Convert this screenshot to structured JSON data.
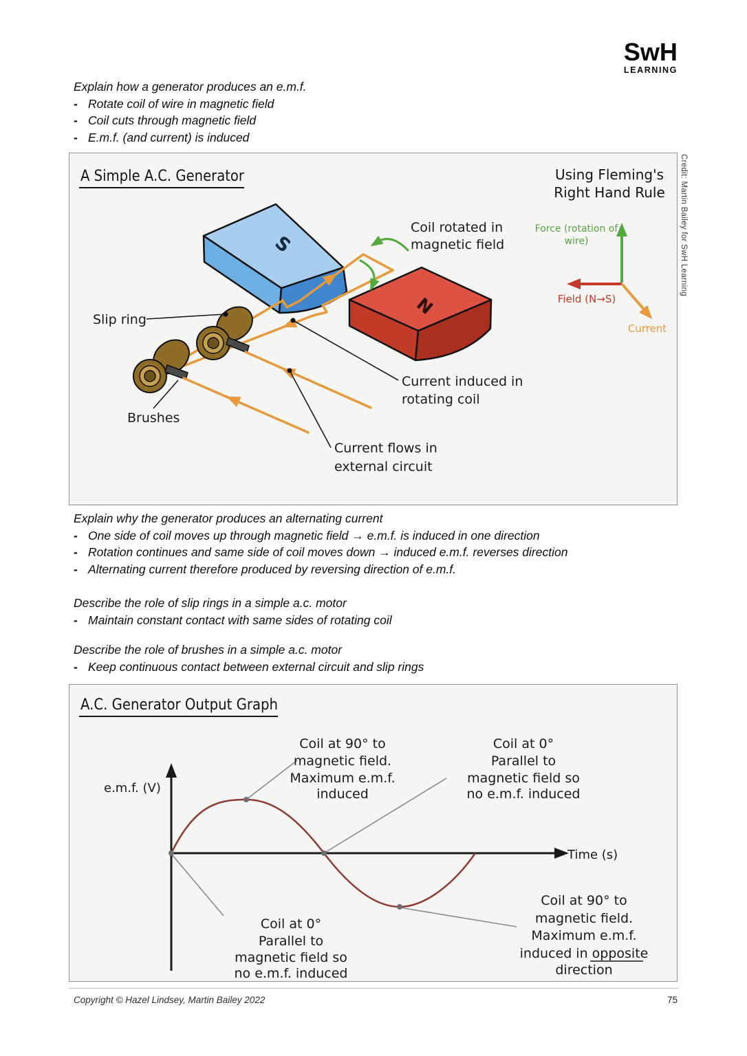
{
  "logo": {
    "top": "SwH",
    "bottom": "LEARNING"
  },
  "credit": "Credit: Martin Bailey for SwH Learning",
  "bullet_marker": "-",
  "qa": [
    {
      "q": "Explain how a generator produces an e.m.f.",
      "b": [
        "Rotate coil of wire in magnetic field",
        "Coil cuts through magnetic field",
        "E.m.f. (and current) is induced"
      ]
    },
    {
      "q": "Explain why the generator produces an alternating current",
      "b": [
        "One side of coil moves up through magnetic field →  e.m.f. is induced in one direction",
        "Rotation continues and same side of coil moves down →  induced e.m.f. reverses direction",
        "Alternating current therefore produced by reversing direction of e.m.f."
      ]
    },
    {
      "q": "Describe the role of slip rings in a simple a.c. motor",
      "b": [
        "Maintain constant contact with same sides of rotating coil"
      ]
    },
    {
      "q": "Describe the role of brushes in a simple a.c. motor",
      "b": [
        "Keep continuous contact between external circuit and slip rings"
      ]
    }
  ],
  "diagram": {
    "title": "A Simple A.C. Generator",
    "magnets": {
      "left_pole": "S",
      "right_pole": "N"
    },
    "labels": {
      "slip_ring": "Slip ring",
      "brushes": "Brushes",
      "coil_rotated_1": "Coil rotated in",
      "coil_rotated_2": "magnetic field",
      "current_induced_1": "Current induced in",
      "current_induced_2": "rotating coil",
      "current_flows_1": "Current flows in",
      "current_flows_2": "external circuit"
    },
    "fleming": {
      "title_1": "Using Fleming's",
      "title_2": "Right Hand Rule",
      "force_1": "Force (rotation of",
      "force_2": "wire)",
      "field": "Field (N→S)",
      "current": "Current"
    },
    "colors": {
      "wire_orange": "#E69A3C",
      "force_green": "#53A83E",
      "field_red": "#C4392B",
      "magnet_blue": "#4E96D6",
      "magnet_red": "#C8382A",
      "slip_ring_brass": "#8F6D26"
    }
  },
  "graph": {
    "title": "A.C. Generator Output Graph",
    "y_label": "e.m.f. (V)",
    "x_label": "Time (s)",
    "ann_peak": [
      "Coil at 90° to",
      "magnetic field.",
      "Maximum e.m.f.",
      "induced"
    ],
    "ann_zero_top": [
      "Coil at 0°",
      "Parallel to",
      "magnetic field so",
      "no e.m.f. induced"
    ],
    "ann_zero_bottom": [
      "Coil at 0°",
      "Parallel to",
      "magnetic field so",
      "no e.m.f. induced"
    ],
    "ann_trough": [
      "Coil at 90° to",
      "magnetic field.",
      "Maximum e.m.f.",
      "induced in opposite",
      "direction"
    ],
    "chart_data": {
      "type": "line",
      "title": "A.C. Generator Output Graph",
      "xlabel": "Time (s)",
      "ylabel": "e.m.f. (V)",
      "series": [
        {
          "name": "e.m.f.",
          "x": [
            0,
            0.25,
            0.5,
            0.75,
            1.0
          ],
          "y": [
            0,
            1,
            0,
            -1,
            0
          ]
        }
      ],
      "x_range_cycles": 1,
      "ylim": [
        -1,
        1
      ],
      "grid": false,
      "marked_points": [
        {
          "x": 0,
          "y": 0,
          "meaning": "coil at 0°, parallel to field, no e.m.f."
        },
        {
          "x": 0.25,
          "y": 1,
          "meaning": "coil at 90° to field, maximum e.m.f."
        },
        {
          "x": 0.5,
          "y": 0,
          "meaning": "coil at 0°, parallel to field, no e.m.f."
        },
        {
          "x": 0.75,
          "y": -1,
          "meaning": "coil at 90° to field, maximum e.m.f. opposite direction"
        }
      ],
      "line_color": "#8E3B34"
    }
  },
  "footer": {
    "copyright": "Copyright © Hazel Lindsey, Martin Bailey 2022",
    "page": "75"
  }
}
